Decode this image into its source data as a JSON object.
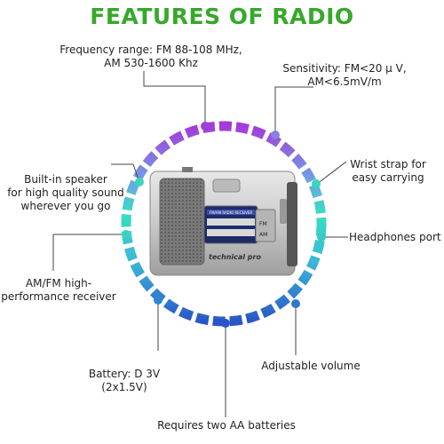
{
  "title": "FEATURES OF RADIO",
  "features": {
    "frequency_line1": "Frequency range: FM 88-108 MHz,",
    "frequency_line2": "AM 530-1600 Khz",
    "sensitivity_line1": "Sensitivity: FM<20 µ V,",
    "sensitivity_line2": "AM<6.5mV/m",
    "wrist_line1": "Wrist strap for",
    "wrist_line2": "easy carrying",
    "speaker_line1": "Built-in speaker",
    "speaker_line2": "for high quality sound",
    "speaker_line3": "wherever you go",
    "headphones": "Headphones port",
    "receiver_line1": "AM/FM high-",
    "receiver_line2": "performance receiver",
    "volume": "Adjustable volume",
    "battery_line1": "Battery: D 3V",
    "battery_line2": "(2x1.5V)",
    "aa": "Requires two AA batteries"
  },
  "radio": {
    "brand": "technical pro",
    "band_fm": "FM",
    "band_am": "AM",
    "panel": "FM/AM RADIO RECEIVER"
  },
  "colors": {
    "title": "#38a82a",
    "ring_purple": "#9b3fd6",
    "ring_teal": "#3ed3c0",
    "ring_blue": "#2f6fd0",
    "lines": "#333333"
  }
}
